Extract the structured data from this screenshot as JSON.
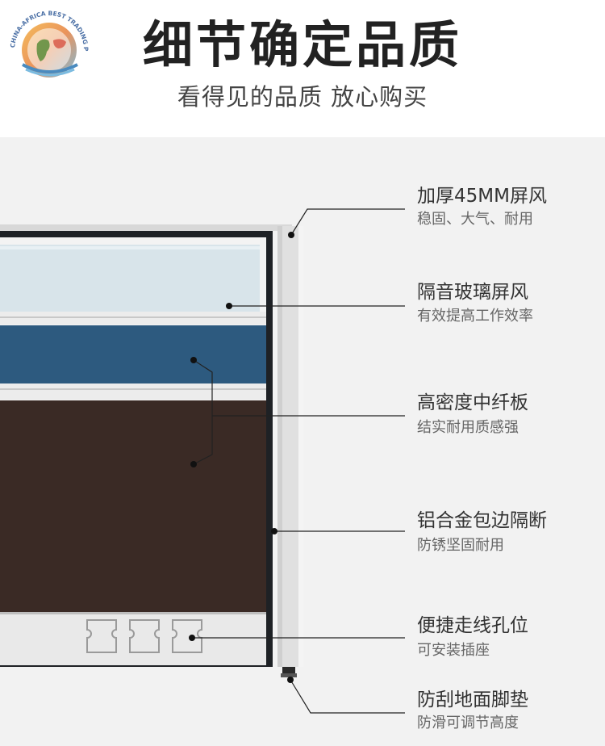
{
  "logo": {
    "text": "CHINA-AFRICA BEST TRADING PLATFORM"
  },
  "header": {
    "title": "细节确定品质",
    "subtitle": "看得见的品质 放心购买"
  },
  "features": [
    {
      "title": "加厚45MM屏风",
      "subtitle": "稳固、大气、耐用"
    },
    {
      "title": "隔音玻璃屏风",
      "subtitle": "有效提高工作效率"
    },
    {
      "title": "高密度中纤板",
      "subtitle": "结实耐用质感强"
    },
    {
      "title": "铝合金包边隔断",
      "subtitle": "防锈坚固耐用"
    },
    {
      "title": "便捷走线孔位",
      "subtitle": "可安装插座"
    },
    {
      "title": "防刮地面脚垫",
      "subtitle": "防滑可调节高度"
    }
  ],
  "colors": {
    "glass": "#d8e4ea",
    "blue_panel": "#2d5a7f",
    "brown_panel": "#3a2a25",
    "frame": "#1f2226",
    "aluminum": "#e6e6e6"
  }
}
